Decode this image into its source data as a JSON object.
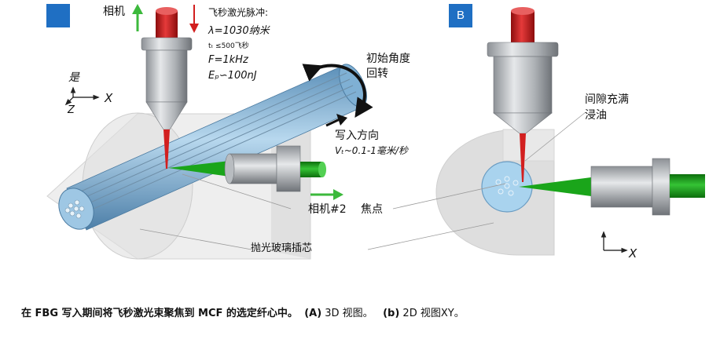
{
  "panel_a": {
    "badge": "",
    "camera_top_label": "相机",
    "laser_title": "飞秒激光脉冲:",
    "laser_params": [
      "λ=1030纳米",
      "tₜ ≤500飞秒",
      "F=1kHz",
      "Eₚ∽100nJ"
    ],
    "rotation_label": [
      "初始角度",
      "回转"
    ],
    "write_direction_label": [
      "写入方向",
      "Vₜ~0.1-1毫米/秒"
    ],
    "camera2_label": "相机#2",
    "focus_label": "焦点",
    "ferrule_label": "抛光玻璃插芯",
    "axes": {
      "y": "是",
      "x": "X",
      "z": "Z"
    }
  },
  "panel_b": {
    "badge": "B",
    "gap_label": [
      "间隙充满",
      "浸油"
    ],
    "axes": {
      "x": "X"
    }
  },
  "caption": {
    "prefix": "在 FBG 写入期间将飞秒激光束聚焦到 MCF 的选定纤心中。",
    "a_label": "(A)",
    "a_text": " 3D 视图。",
    "b_label": "(b)",
    "b_text": " 2D 视图XY。"
  },
  "colors": {
    "laser_red": "#d21f1f",
    "camera_green": "#1aa51a",
    "badge_blue": "#1f6fc3"
  }
}
